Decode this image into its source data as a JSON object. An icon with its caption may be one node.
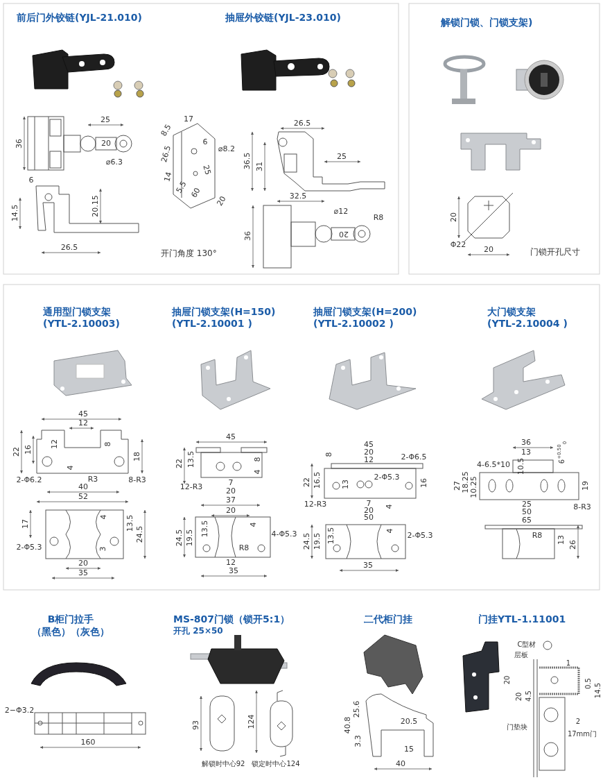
{
  "diagram": {
    "labels": [
      "前后门外铰链(YJL-21.010)",
      "抽屉外铰链(YJL-23.010)",
      "36",
      "25",
      "20",
      "⌀6.3",
      "6",
      "14.5",
      "20.15",
      "26.5",
      "8.5",
      "17",
      "6",
      "⌀8.2",
      "26.5",
      "25",
      "14",
      "5.5",
      "60",
      "20",
      "开门角度 130°",
      "26.5",
      "36.5",
      "31",
      "25",
      "32.5",
      "⌀12",
      "R8",
      "36",
      "20",
      "解锁门锁、门锁支架)",
      "20",
      "Φ22",
      "20",
      "门锁开孔尺寸",
      "通用型门锁支架",
      "(YTL-2.10003)",
      "抽屉门锁支架(H=150)",
      "(YTL-2.10001 )",
      "抽屉门锁支架(H=200)",
      "(YTL-2.10002 )",
      "大门锁支架",
      "(YTL-2.10004 )",
      "45",
      "12",
      "22",
      "16",
      "12",
      "8",
      "18",
      "4",
      "2-Φ6.2",
      "R3",
      "8-R3",
      "40",
      "52",
      "17",
      "4",
      "13.5",
      "24.5",
      "2-Φ5.3",
      "3",
      "20",
      "35",
      "45",
      "13.5",
      "22",
      "8",
      "4",
      "12-R3",
      "7",
      "20",
      "37",
      "20",
      "24.5",
      "19.5",
      "13.5",
      "4",
      "4-Φ5.3",
      "R8",
      "12",
      "35",
      "45",
      "20",
      "12",
      "22",
      "16.5",
      "8",
      "2-Φ6.5",
      "13",
      "2-Φ5.3",
      "16",
      "12-R3",
      "7",
      "20",
      "4",
      "50",
      "24.5",
      "19.5",
      "13.5",
      "4",
      "2-Φ5.3",
      "35",
      "36",
      "13",
      "6$^{+0.50}$$_{0}$",
      "4-6.5*10",
      "10.5",
      "27",
      "18.25",
      "10.25",
      "19",
      "25",
      "50",
      "8-R3",
      "65",
      "R8",
      "13",
      "26",
      "B柜门拉手",
      "（黑色）（灰色）",
      "2−Φ3.2",
      "160",
      "MS-807门锁（锁开5:1）",
      "开孔 25×50",
      "93",
      "124",
      "解锁时中心92",
      "锁定时中心124",
      "二代柜门挂",
      "40.8",
      "25.6",
      "20.5",
      "3.3",
      "15",
      "40",
      "门挂YTL-1.11001",
      "C型材",
      "层板",
      "1",
      "20",
      "20",
      "4.5",
      "0.5",
      "14.5",
      "2",
      "门垫块",
      "17mm门"
    ]
  }
}
